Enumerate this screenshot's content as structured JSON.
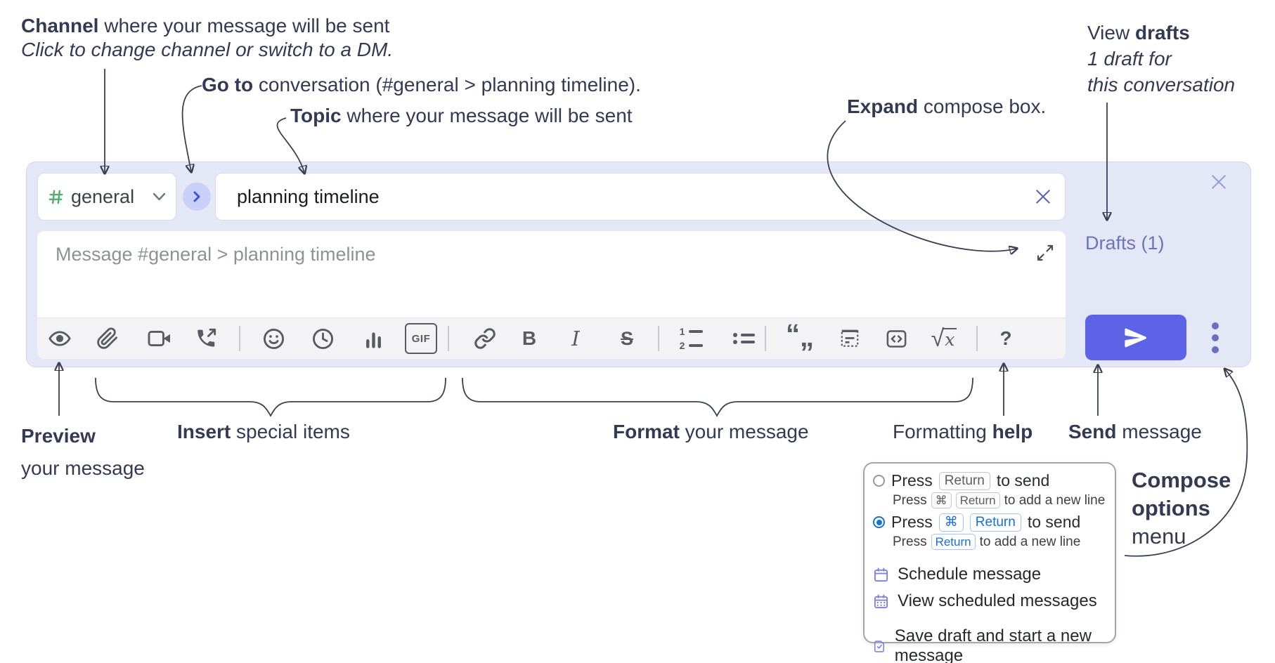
{
  "annotations": {
    "channel_bold": "Channel",
    "channel_rest": " where your message will be sent",
    "channel_sub": "Click to change channel or switch to a DM.",
    "goto_bold": "Go to",
    "goto_rest": " conversation (#general > planning timeline).",
    "topic_bold": "Topic",
    "topic_rest": " where your message will be sent",
    "expand_bold": "Expand",
    "expand_rest": " compose box.",
    "drafts_pre": "View ",
    "drafts_bold": "drafts",
    "drafts_sub1": "1 draft for",
    "drafts_sub2": "this conversation",
    "preview_bold": "Preview",
    "preview_line2": "your message",
    "insert_bold": "Insert",
    "insert_rest": " special items",
    "format_bold": "Format",
    "format_rest": " your message",
    "formatting_pre": "Formatting ",
    "formatting_bold": "help",
    "send_bold": "Send",
    "send_rest": " message",
    "compose_opts_line1": "Compose",
    "compose_opts_line2": "options",
    "compose_opts_line3": "menu"
  },
  "compose": {
    "channel_name": "general",
    "topic_value": "planning timeline",
    "message_placeholder": "Message #general > planning timeline",
    "drafts_link": "Drafts (1)"
  },
  "toolbar": {
    "icon_names": [
      "preview-eye",
      "attach-paperclip",
      "start-video-call",
      "start-audio-call",
      "emoji",
      "add-global-time",
      "create-poll",
      "add-gif",
      "link",
      "bold",
      "italic",
      "strikethrough",
      "numbered-list",
      "bulleted-list",
      "quote",
      "spoiler",
      "code",
      "math",
      "help"
    ],
    "gif": "GIF",
    "bold": "B",
    "italic": "I",
    "strike": "S",
    "ol_1": "1",
    "ol_2": "2",
    "quote_open": "“",
    "quote_close": "„",
    "sqrt": "√",
    "math_x": "x",
    "help": "?"
  },
  "options_menu": {
    "option1": {
      "pre": "Press",
      "key1": "Return",
      "post": "to send",
      "sub_pre": "Press",
      "sub_key1": "⌘",
      "sub_key2": "Return",
      "sub_post": "to add a new line"
    },
    "option2": {
      "pre": "Press",
      "key1": "⌘",
      "key2": "Return",
      "post": "to send",
      "sub_pre": "Press",
      "sub_key1": "Return",
      "sub_post": "to add a new line"
    },
    "items": [
      {
        "label": "Schedule message"
      },
      {
        "label": "View scheduled messages"
      },
      {
        "label": "Save draft and start a new message"
      }
    ]
  },
  "colors": {
    "container_bg": "#e4e7f6",
    "send_button": "#5c63e6",
    "drafts_link": "#6f74b9",
    "hash_green": "#55ad72",
    "goto_circle": "#c9d1f8",
    "radio_selected": "#1673d2",
    "key_blue_text": "#176ee0",
    "menu_icon_purple": "#7e82d9",
    "annotation_text": "#343a54"
  }
}
